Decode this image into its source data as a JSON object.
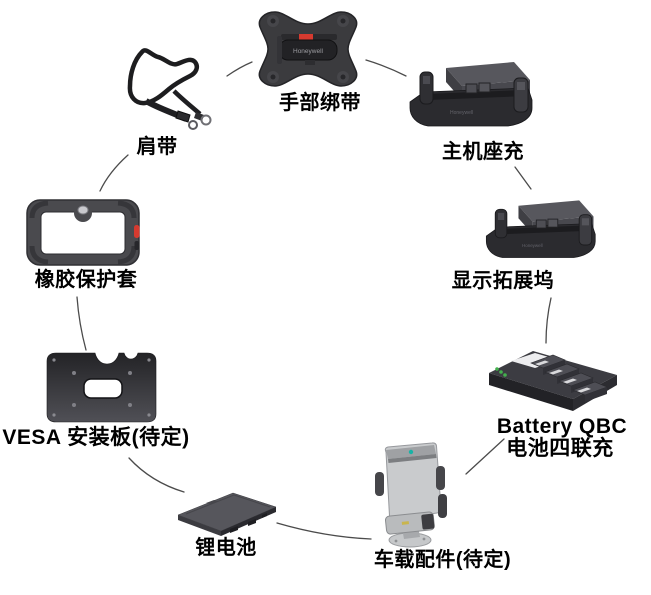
{
  "diagram": {
    "background": "#ffffff",
    "connector_color": "#4b4b4b",
    "accent_red": "#d63a2f",
    "led_green": "#43b04d",
    "led_teal": "#18b3a6",
    "brand": "Honeywell",
    "items": [
      {
        "id": "hand-strap",
        "label": "手部绑带"
      },
      {
        "id": "shoulder-strap",
        "label": "肩带"
      },
      {
        "id": "host-dock-charger",
        "label": "主机座充"
      },
      {
        "id": "rubber-protective-case",
        "label": "橡胶保护套"
      },
      {
        "id": "display-dock",
        "label": "显示拓展坞"
      },
      {
        "id": "vesa-mount-plate",
        "label": "VESA 安装板(待定)"
      },
      {
        "id": "battery-quad-charger",
        "label": "Battery QBC",
        "label2": "电池四联充"
      },
      {
        "id": "lithium-battery",
        "label": "锂电池"
      },
      {
        "id": "vehicle-mount",
        "label": "车载配件(待定)"
      }
    ]
  }
}
